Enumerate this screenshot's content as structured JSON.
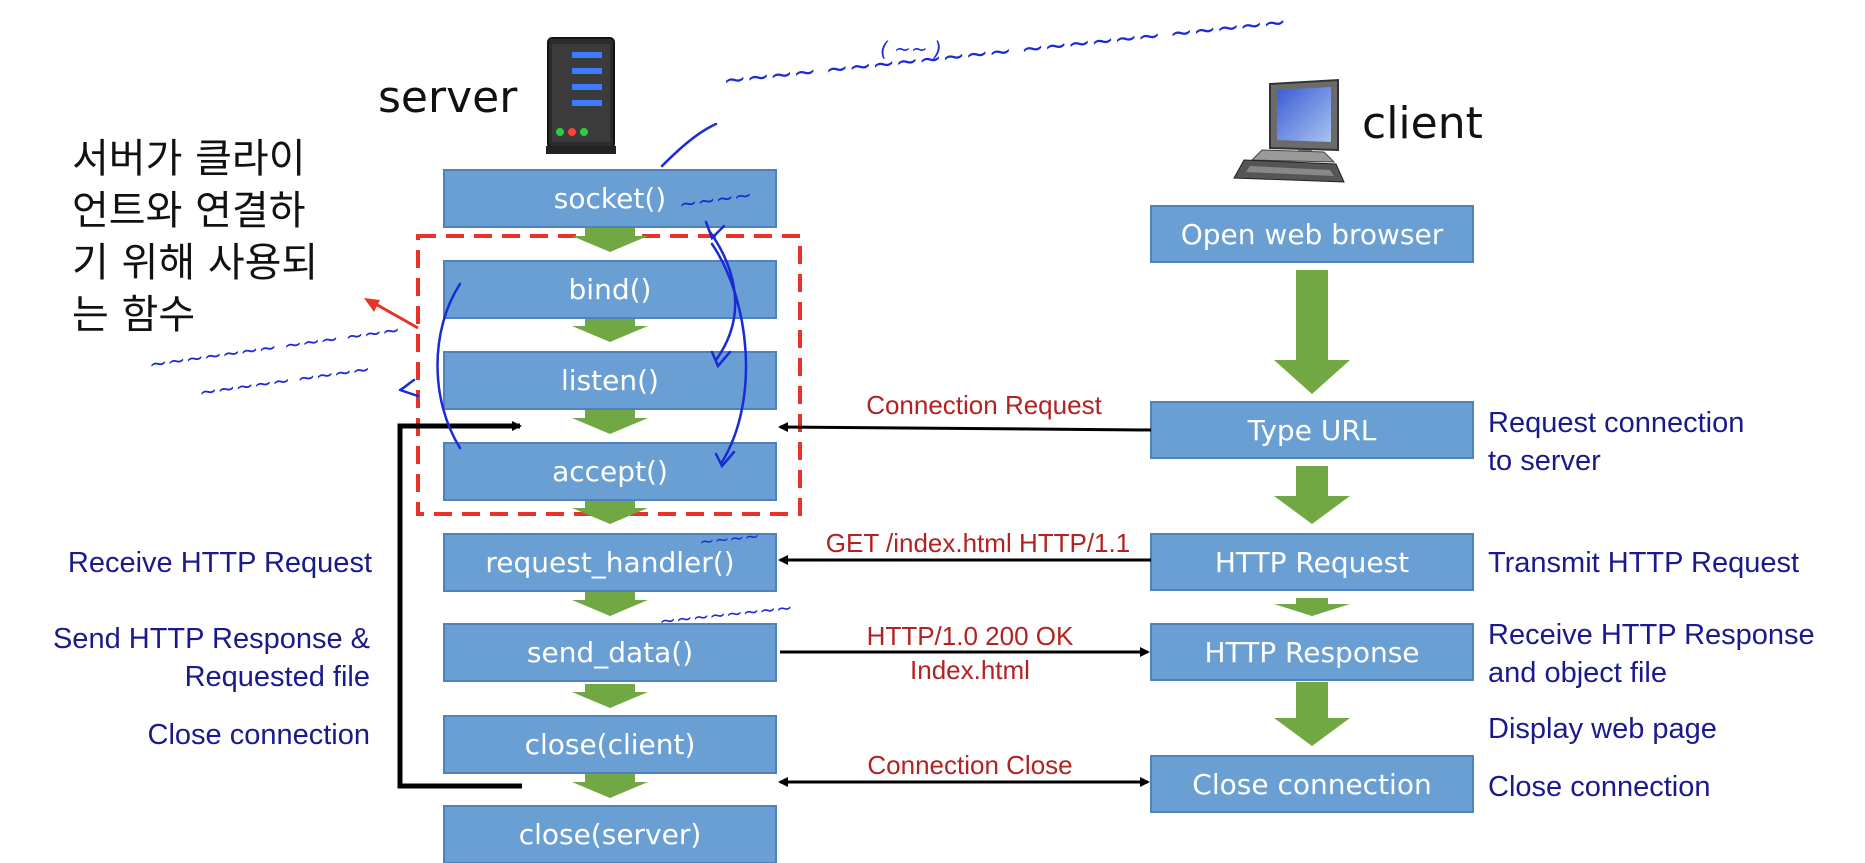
{
  "diagram": {
    "server_title": "server",
    "client_title": "client",
    "server_functions": [
      "socket()",
      "bind()",
      "listen()",
      "accept()",
      "request_handler()",
      "send_data()",
      "close(client)",
      "close(server)"
    ],
    "client_steps": [
      "Open web browser",
      "Type URL",
      "HTTP Request",
      "HTTP Response",
      "Close connection"
    ],
    "arrow_labels": {
      "connection_request": "Connection Request",
      "get_request": "GET /index.html HTTP/1.1",
      "response_line1": "HTTP/1.0 200 OK",
      "response_line2": "Index.html",
      "connection_close": "Connection Close"
    },
    "server_side_notes": {
      "receive_http": "Receive HTTP Request",
      "send_http_1": "Send HTTP Response &",
      "send_http_2": "Requested file",
      "close_conn": "Close connection"
    },
    "client_side_notes": {
      "req_conn_1": "Request connection",
      "req_conn_2": "to server",
      "transmit": "Transmit HTTP Request",
      "recv_1": "Receive HTTP Response",
      "recv_2": "and object file",
      "display": "Display web page",
      "close_conn": "Close connection"
    },
    "korean_note": [
      "서버가 클라이",
      "언트와 연결하",
      "기 위해 사용되",
      "는 함수"
    ],
    "colors": {
      "box_fill": "#6a9fd4",
      "box_stroke": "#4f82bd",
      "green_arrow": "#71a844",
      "dashed_border": "#e8322a",
      "handwriting": "#1a2bd6"
    },
    "icons": [
      "server-icon",
      "computer-icon"
    ]
  }
}
